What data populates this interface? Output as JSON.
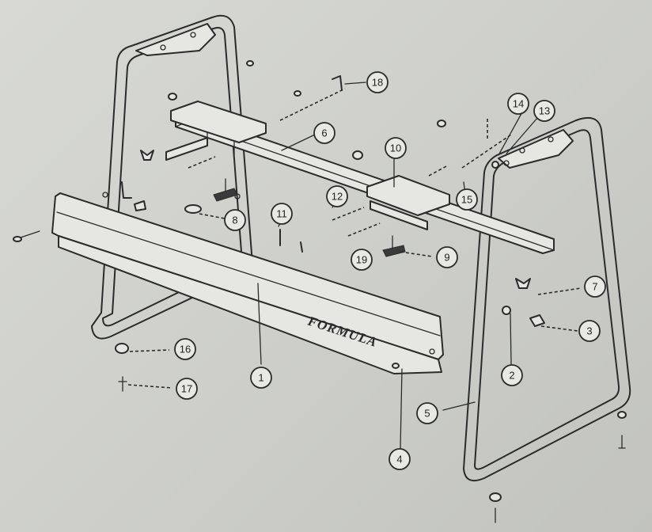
{
  "brand_mark": "FORMULA",
  "callouts": [
    {
      "id": "1"
    },
    {
      "id": "2"
    },
    {
      "id": "3"
    },
    {
      "id": "4"
    },
    {
      "id": "5"
    },
    {
      "id": "6"
    },
    {
      "id": "7"
    },
    {
      "id": "8"
    },
    {
      "id": "9"
    },
    {
      "id": "10"
    },
    {
      "id": "11"
    },
    {
      "id": "12"
    },
    {
      "id": "13"
    },
    {
      "id": "14"
    },
    {
      "id": "15"
    },
    {
      "id": "16"
    },
    {
      "id": "17"
    },
    {
      "id": "18"
    },
    {
      "id": "19"
    }
  ],
  "colors": {
    "paper": "#cfd0cc",
    "ink": "#2b2b2b"
  }
}
